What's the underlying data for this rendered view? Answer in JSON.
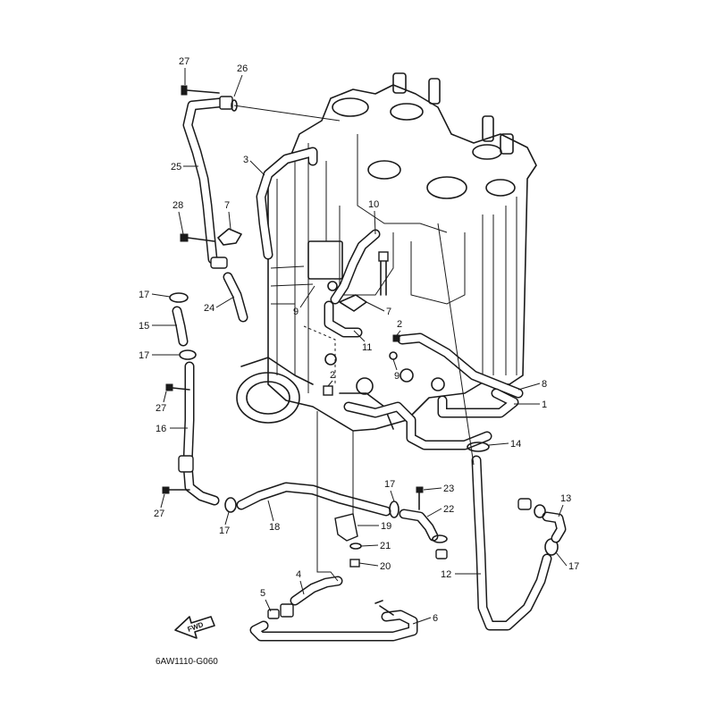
{
  "diagram": {
    "drawing_code": "6AW1110-G060",
    "fwd_label": "FWD",
    "callouts": [
      {
        "id": "c27a",
        "label": "27"
      },
      {
        "id": "c26",
        "label": "26"
      },
      {
        "id": "c3",
        "label": "3"
      },
      {
        "id": "c25",
        "label": "25"
      },
      {
        "id": "c28",
        "label": "28"
      },
      {
        "id": "c7a",
        "label": "7"
      },
      {
        "id": "c10",
        "label": "10"
      },
      {
        "id": "c17a",
        "label": "17"
      },
      {
        "id": "c24",
        "label": "24"
      },
      {
        "id": "c9a",
        "label": "9"
      },
      {
        "id": "c7b",
        "label": "7"
      },
      {
        "id": "c15",
        "label": "15"
      },
      {
        "id": "c2a",
        "label": "2"
      },
      {
        "id": "c11",
        "label": "11"
      },
      {
        "id": "c17b",
        "label": "17"
      },
      {
        "id": "c9b",
        "label": "9"
      },
      {
        "id": "c2b",
        "label": "2"
      },
      {
        "id": "c8",
        "label": "8"
      },
      {
        "id": "c27b",
        "label": "27"
      },
      {
        "id": "c1",
        "label": "1"
      },
      {
        "id": "c16",
        "label": "16"
      },
      {
        "id": "c14",
        "label": "14"
      },
      {
        "id": "c17c",
        "label": "17"
      },
      {
        "id": "c23",
        "label": "23"
      },
      {
        "id": "c27c",
        "label": "27"
      },
      {
        "id": "c13",
        "label": "13"
      },
      {
        "id": "c22",
        "label": "22"
      },
      {
        "id": "c17d",
        "label": "17"
      },
      {
        "id": "c18",
        "label": "18"
      },
      {
        "id": "c19",
        "label": "19"
      },
      {
        "id": "c21",
        "label": "21"
      },
      {
        "id": "c17e",
        "label": "17"
      },
      {
        "id": "c20",
        "label": "20"
      },
      {
        "id": "c12",
        "label": "12"
      },
      {
        "id": "c4",
        "label": "4"
      },
      {
        "id": "c5",
        "label": "5"
      },
      {
        "id": "c6",
        "label": "6"
      }
    ]
  }
}
